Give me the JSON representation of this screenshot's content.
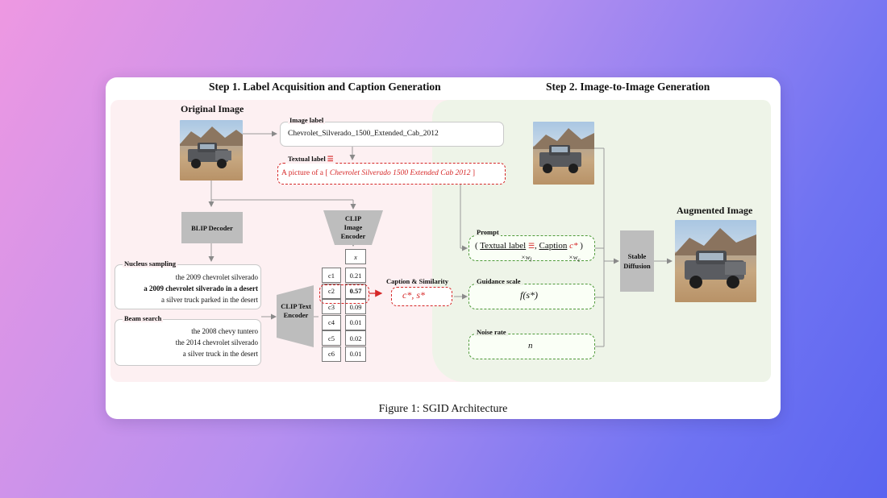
{
  "figure": {
    "step1_title": "Step 1. Label Acquisition and Caption Generation",
    "step2_title": "Step 2. Image-to-Image Generation",
    "original_image_label": "Original Image",
    "image_label_title": "Image label",
    "image_label_value": "Chevrolet_Silverado_1500_Extended_Cab_2012",
    "textual_label_title": "Textual label",
    "textual_label_symbol": "☰",
    "textual_prefix": "A picture of a [",
    "textual_class": "Chevrolet Silverado 1500 Extended Cab 2012",
    "textual_suffix": "]",
    "blip_decoder": "BLIP Decoder",
    "clip_image_encoder": "CLIP Image Encoder",
    "clip_text_encoder": "CLIP Text Encoder",
    "x_symbol": "x",
    "nucleus_title": "Nucleus sampling",
    "nucleus_items": [
      "the 2009 chevrolet silverado",
      "a 2009 chevrolet silverado in a desert",
      "a silver truck parked in the desert"
    ],
    "beam_title": "Beam search",
    "beam_items": [
      "the 2008 chevy tuntero",
      "the 2014 chevrolet silverado",
      "a silver truck in the desert"
    ],
    "captions": [
      "c1",
      "c2",
      "c3",
      "c4",
      "c5",
      "c6"
    ],
    "similarities": [
      "0.21",
      "0.57",
      "0.09",
      "0.01",
      "0.02",
      "0.01"
    ],
    "caption_similarity_title": "Caption & Similarity",
    "caption_similarity_value": "c*, s*",
    "prompt_title": "Prompt",
    "prompt_open": "(",
    "prompt_textual": "Textual label",
    "prompt_comma": ",",
    "prompt_caption": "Caption",
    "prompt_caption_symbol": "c*",
    "prompt_close": ")",
    "prompt_weight_l": "×w",
    "prompt_weight_l_sub": "l",
    "prompt_weight_c": "×w",
    "prompt_weight_c_sub": "c",
    "guidance_title": "Guidance scale",
    "guidance_value": "f(s*)",
    "noise_title": "Noise rate",
    "noise_value": "n",
    "stable_diffusion": "Stable Diffusion",
    "augmented_image_label": "Augmented Image",
    "caption": "Figure 1: SGID Architecture"
  },
  "colors": {
    "red": "#d62828",
    "green": "#4f9a3a",
    "grey": "#bdbdbd"
  },
  "icons": [
    "arrow-icon",
    "car-photo-icon"
  ]
}
